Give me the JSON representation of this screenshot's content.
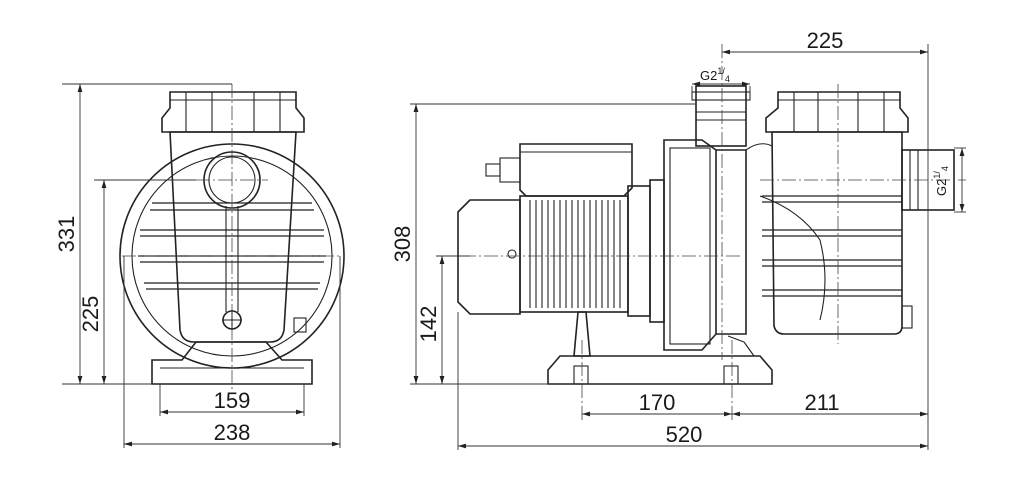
{
  "front_view": {
    "dims": {
      "height_total": "331",
      "height_axis": "225",
      "base_inner_width": "159",
      "base_outer_width": "238"
    }
  },
  "side_view": {
    "dims": {
      "height_outlet": "308",
      "height_motor_axis": "142",
      "foot_spacing": "170",
      "foot_to_end": "211",
      "overall_length": "520",
      "outlet_offset": "225"
    },
    "threads": {
      "top_outlet": {
        "base": "G2",
        "frac_num": "1",
        "frac_den": "4"
      },
      "side_inlet": {
        "base": "G2",
        "frac_num": "1",
        "frac_den": "4"
      }
    }
  }
}
